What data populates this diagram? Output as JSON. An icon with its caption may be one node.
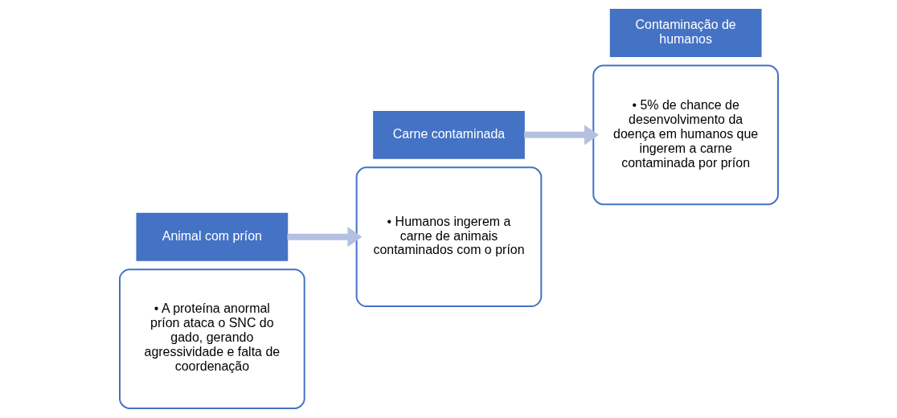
{
  "diagram": {
    "nodes": [
      {
        "text": [
          "• A proteína anormal príon ataca o SNC do gado, gerando agressividade e falta de coordenação"
        ]
      },
      {
        "text": [
          "Animal com príon"
        ]
      },
      {
        "text": [
          "• Humanos ingerem a carne de animais contaminados com o príon"
        ]
      },
      {
        "text": [
          "Carne contaminada"
        ]
      },
      {
        "text": [
          "• 5% de chance de desenvolvimento da doença em humanos que ingerem a carne contaminada por príon"
        ]
      },
      {
        "text": [
          "Contaminação de humanos"
        ]
      }
    ],
    "edges": [
      {
        "from": 1,
        "to": 2,
        "arrow": "to"
      },
      {
        "from": 3,
        "to": 4,
        "arrow": "to"
      }
    ]
  }
}
